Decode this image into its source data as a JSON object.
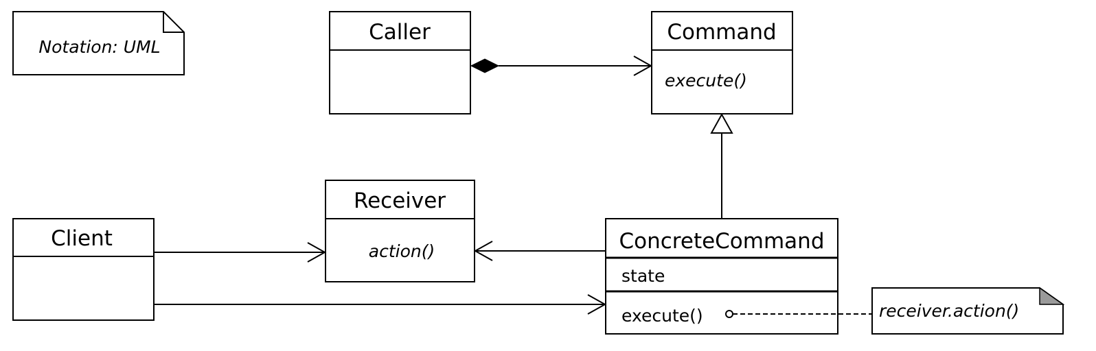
{
  "notation_note": "Notation: UML",
  "classes": {
    "caller": {
      "name": "Caller"
    },
    "command": {
      "name": "Command",
      "operation": "execute()"
    },
    "receiver": {
      "name": "Receiver",
      "operation": "action()"
    },
    "client": {
      "name": "Client"
    },
    "concrete_command": {
      "name": "ConcreteCommand",
      "attribute": "state",
      "operation": "execute()"
    }
  },
  "impl_note": "receiver.action()",
  "relationships": [
    {
      "from": "Caller",
      "to": "Command",
      "kind": "composition"
    },
    {
      "from": "ConcreteCommand",
      "to": "Command",
      "kind": "generalization"
    },
    {
      "from": "ConcreteCommand",
      "to": "Receiver",
      "kind": "association"
    },
    {
      "from": "Client",
      "to": "Receiver",
      "kind": "association"
    },
    {
      "from": "Client",
      "to": "ConcreteCommand",
      "kind": "association"
    }
  ]
}
